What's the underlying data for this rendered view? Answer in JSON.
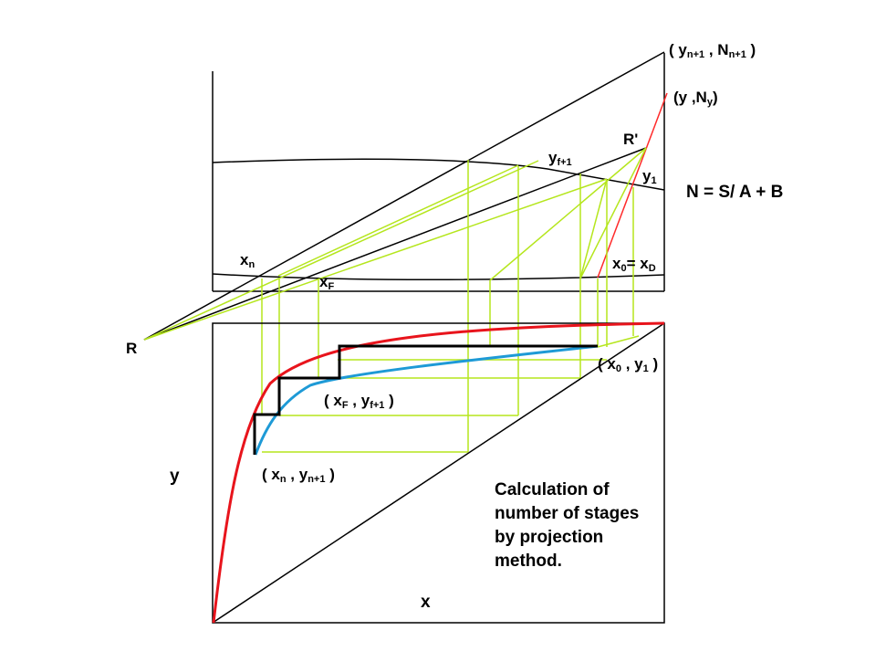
{
  "colors": {
    "ink": "#000000",
    "tie_line": "#b5e61d",
    "equilibrium_curve": "#e8141c",
    "operating_curve": "#1e9ad6",
    "stage_steps": "#000000",
    "operating_point_line": "#ff2a2a"
  },
  "labels": {
    "top_point": {
      "base1": "( y",
      "sub1": "n+1",
      "mid": " , N",
      "sub2": "n+1",
      "end": " )"
    },
    "y_ny": {
      "base1": "(y ,N",
      "sub1": "y",
      "end": ")"
    },
    "r_prime": "R'",
    "y_f1": {
      "base": "y",
      "sub": "f+1"
    },
    "y_1": {
      "base": "y",
      "sub": "1"
    },
    "equation": "N = S/ A + B",
    "x_n": {
      "base": "x",
      "sub": "n"
    },
    "x_f": {
      "base": "x",
      "sub": "F"
    },
    "x0_eq": {
      "base1": "x",
      "sub1": "0",
      "mid": "= x",
      "sub2": "D"
    },
    "r_point": "R",
    "pt_x0_y1": {
      "base1": "( x",
      "sub1": "0",
      "mid": " , y",
      "sub2": "1",
      "end": " )"
    },
    "pt_xf_yf1": {
      "base1": "( x",
      "sub1": "F",
      "mid": " , y",
      "sub2": "f+1",
      "end": " )"
    },
    "pt_xn_yn1": {
      "base1": "( x",
      "sub1": "n",
      "mid": " , y",
      "sub2": "n+1",
      "end": " )"
    },
    "axis_y": "y",
    "axis_x": "x",
    "caption": [
      "Calculation of",
      "number of stages",
      "by projection",
      "method."
    ]
  }
}
